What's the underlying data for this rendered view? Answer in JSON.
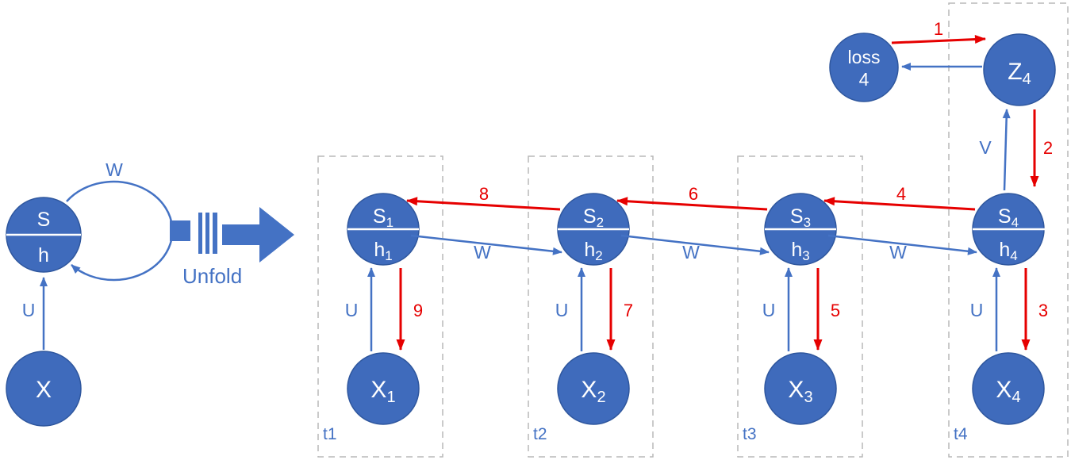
{
  "colors": {
    "node_fill": "#3f6bbc",
    "node_stroke": "#2f579e",
    "forward_arrow_blue": "#4472c4",
    "backprop_arrow_red": "#e60000",
    "timestep_box_border": "#b9b9b9",
    "node_text": "#ffffff"
  },
  "folded": {
    "s_top": "S",
    "s_bottom": "h",
    "x": "X",
    "w": "W",
    "u": "U"
  },
  "unfold_label": "Unfold",
  "timesteps": [
    {
      "tag": "t1",
      "s": "S",
      "s_sub": "1",
      "h": "h",
      "h_sub": "1",
      "x": "X",
      "x_sub": "1",
      "u": "U",
      "back_down": "9"
    },
    {
      "tag": "t2",
      "s": "S",
      "s_sub": "2",
      "h": "h",
      "h_sub": "2",
      "x": "X",
      "x_sub": "2",
      "u": "U",
      "back_down": "7"
    },
    {
      "tag": "t3",
      "s": "S",
      "s_sub": "3",
      "h": "h",
      "h_sub": "3",
      "x": "X",
      "x_sub": "3",
      "u": "U",
      "back_down": "5"
    },
    {
      "tag": "t4",
      "s": "S",
      "s_sub": "4",
      "h": "h",
      "h_sub": "4",
      "x": "X",
      "x_sub": "4",
      "u": "U",
      "back_down": "3"
    }
  ],
  "links": [
    {
      "w": "W",
      "back": "8"
    },
    {
      "w": "W",
      "back": "6"
    },
    {
      "w": "W",
      "back": "4"
    }
  ],
  "head": {
    "z": "Z",
    "z_sub": "4",
    "loss_line1": "loss",
    "loss_line2": "4",
    "v": "V",
    "back_1": "1",
    "back_2": "2"
  }
}
